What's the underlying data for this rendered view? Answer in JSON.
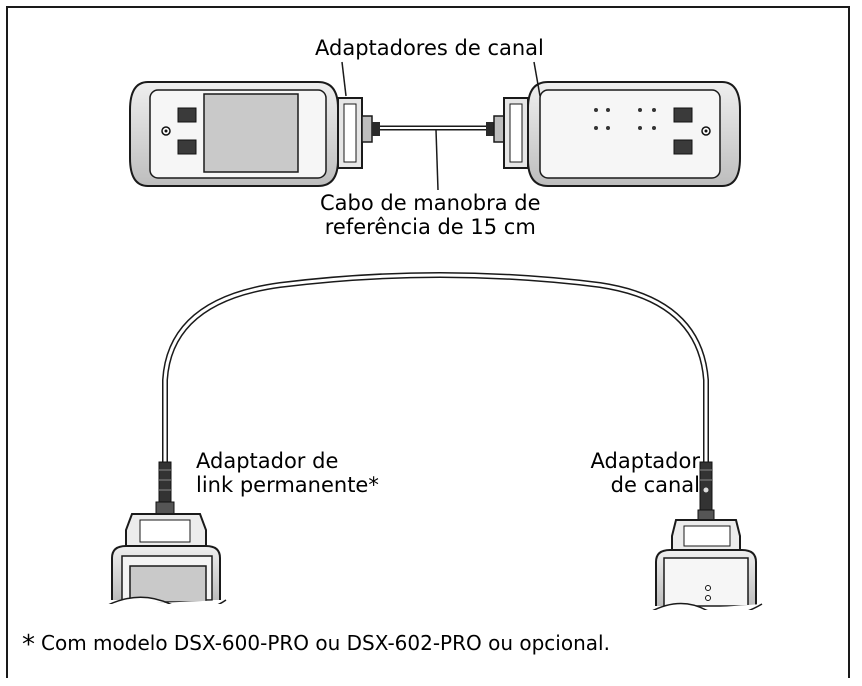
{
  "labels": {
    "channel_adapters": "Adaptadores de canal",
    "patch_cord_line1": "Cabo de manobra de",
    "patch_cord_line2": "referência de 15 cm",
    "permanent_link_line1": "Adaptador de",
    "permanent_link_line2": "link permanente*",
    "channel_adapter_line1": "Adaptador",
    "channel_adapter_line2": "de canal"
  },
  "footnote": {
    "marker": "*",
    "text": "Com modelo DSX-600-PRO ou DSX-602-PRO ou opcional."
  },
  "colors": {
    "outline": "#1a1a1a",
    "device_body": "#dcdcdc",
    "device_bezel": "#f4f4f4",
    "screen": "#c8c8c8",
    "cable": "#ffffff"
  }
}
